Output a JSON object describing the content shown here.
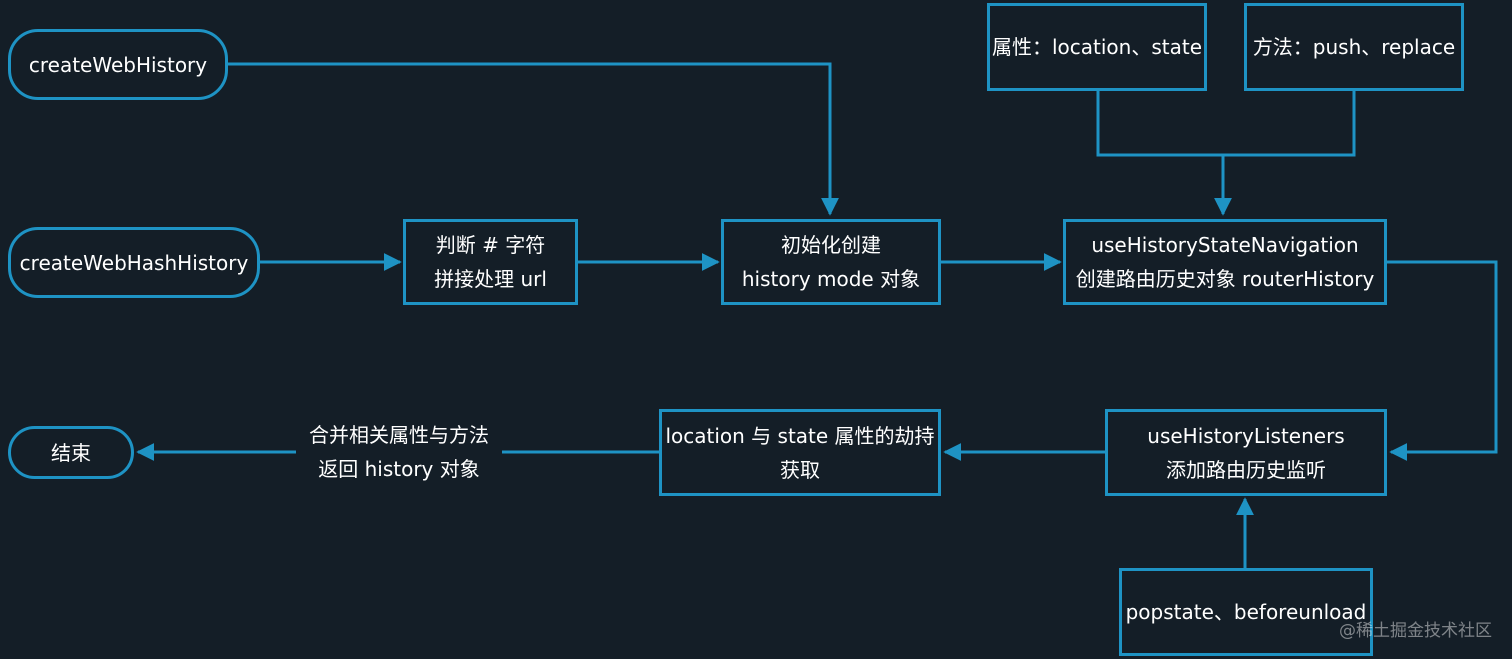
{
  "colors": {
    "background": "#141e27",
    "stroke": "#1e93c4",
    "text": "#ffffff"
  },
  "nodes": {
    "create_web_history": "createWebHistory",
    "create_web_hash_history": "createWebHashHistory",
    "hash_check": [
      "判断 # 字符",
      "拼接处理 url"
    ],
    "init_create": [
      "初始化创建",
      "history mode 对象"
    ],
    "attributes": "属性：location、state",
    "methods": "方法：push、replace",
    "use_state_navigation": [
      "useHistoryStateNavigation",
      "创建路由历史对象 routerHistory"
    ],
    "use_listeners": [
      "useHistoryListeners",
      "添加路由历史监听"
    ],
    "events": "popstate、beforeunload",
    "hijack": [
      "location 与 state 属性的劫持",
      "获取"
    ],
    "end": "结束"
  },
  "edge_labels": {
    "merge_return": [
      "合并相关属性与方法",
      "返回 history 对象"
    ]
  },
  "watermark": "@稀土掘金技术社区"
}
